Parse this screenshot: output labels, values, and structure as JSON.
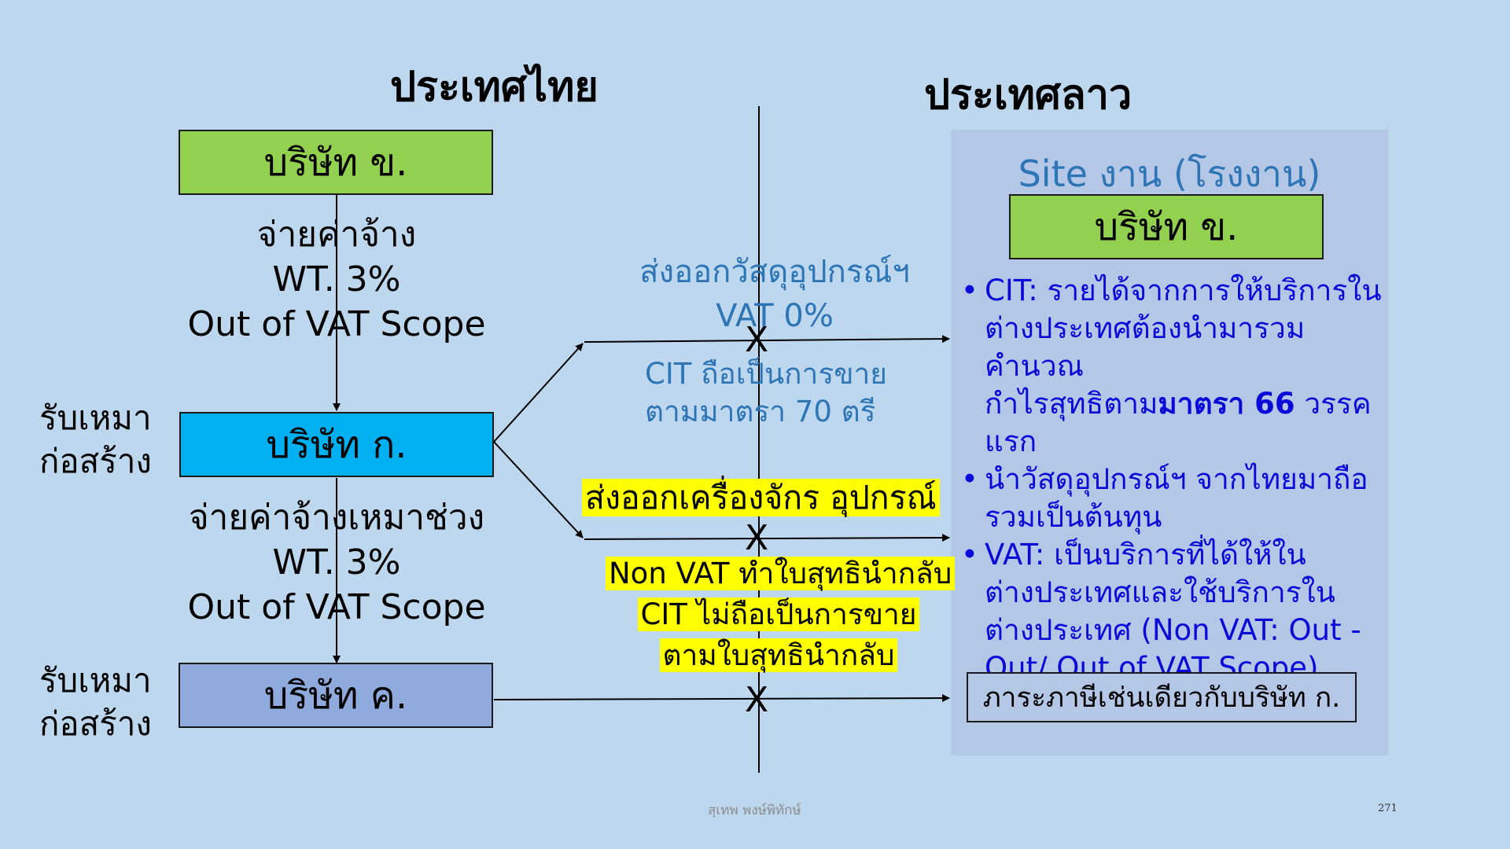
{
  "headings": {
    "thailand": "ประเทศไทย",
    "laos": "ประเทศลาว"
  },
  "thai_side": {
    "company_b": "บริษัท ข.",
    "pay1": {
      "line1": "จ่ายค่าจ้าง",
      "line2": "WT. 3%",
      "line3": "Out of VAT Scope"
    },
    "contractor_label_1": {
      "line1": "รับเหมา",
      "line2": "ก่อสร้าง"
    },
    "company_a": "บริษัท ก.",
    "pay2": {
      "line1": "จ่ายค่าจ้างเหมาช่วง",
      "line2": "WT. 3%",
      "line3": "Out of VAT Scope"
    },
    "contractor_label_2": {
      "line1": "รับเหมา",
      "line2": "ก่อสร้าง"
    },
    "company_c": "บริษัท ค."
  },
  "middle": {
    "export_materials": {
      "line1": "ส่งออกวัสดุอุปกรณ์ฯ",
      "line2": "VAT 0%"
    },
    "cit_sale": {
      "line1": "CIT ถือเป็นการขาย",
      "line2": "ตามมาตรา 70 ตรี"
    },
    "export_machinery": "ส่งออกเครื่องจักร อุปกรณ์",
    "non_vat": {
      "line1": "Non VAT ทำใบสุทธินำกลับ",
      "line2": "CIT ไม่ถือเป็นการขาย",
      "line3": "ตามใบสุทธินำกลับ"
    },
    "cross_mark": "X"
  },
  "laos_side": {
    "site_title": "Site งาน (โรงงาน)",
    "company_b": "บริษัท ข.",
    "bullets": [
      {
        "lines": [
          "CIT: รายได้จากการให้บริการใน",
          "ต่างประเทศต้องนำมารวมคำนวณ"
        ],
        "line3_pre": "กำไรสุทธิตาม",
        "line3_bold": "มาตรา 66",
        "line3_post": " วรรค",
        "line4": "แรก"
      },
      {
        "lines": [
          "นำวัสดุอุปกรณ์ฯ จากไทยมาถือ",
          "รวมเป็นต้นทุน"
        ]
      },
      {
        "lines": [
          "VAT: เป็นบริการที่ได้ให้ใน",
          "ต่างประเทศและใช้บริการใน",
          "ต่างประเทศ (Non VAT: Out -",
          "Out/ Out of VAT Scope)"
        ]
      }
    ],
    "tax_box": "ภาระภาษีเช่นเดียวกับบริษัท ก."
  },
  "footer": {
    "author": "สุเทพ พงษ์พิทักษ์",
    "page_number": "271"
  }
}
